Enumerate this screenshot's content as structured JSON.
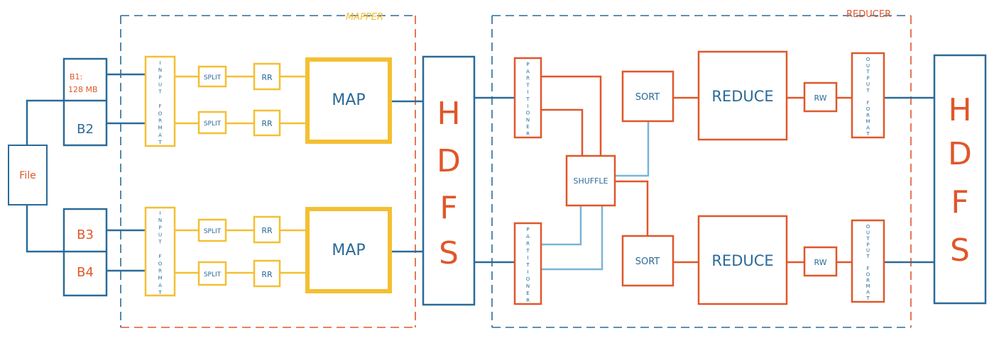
{
  "colors": {
    "blue": "#2a6a98",
    "orange": "#e0572a",
    "yellow": "#f4bf33",
    "light_blue": "#7ab4d6"
  },
  "mapper": {
    "title": "MAPPER"
  },
  "reducer": {
    "title": "REDUCER"
  },
  "file": {
    "label": "File"
  },
  "blocks": {
    "b1": "B1:",
    "b1_size": "128 MB",
    "b2": "B2",
    "b3": "B3",
    "b4": "B4"
  },
  "input_format": {
    "label": "INPUT FORMAT"
  },
  "split": {
    "label": "SPLIT"
  },
  "rr": {
    "label": "RR"
  },
  "map": {
    "label": "MAP"
  },
  "hdfs": {
    "letters": [
      "H",
      "D",
      "F",
      "S"
    ]
  },
  "partitioner": {
    "label": "PARTITIONER"
  },
  "shuffle": {
    "label": "SHUFFLE"
  },
  "sort": {
    "label": "SORT"
  },
  "reduce": {
    "label": "REDUCE"
  },
  "rw": {
    "label": "RW"
  },
  "output_format": {
    "label": "OUTPUT FORMAT"
  }
}
